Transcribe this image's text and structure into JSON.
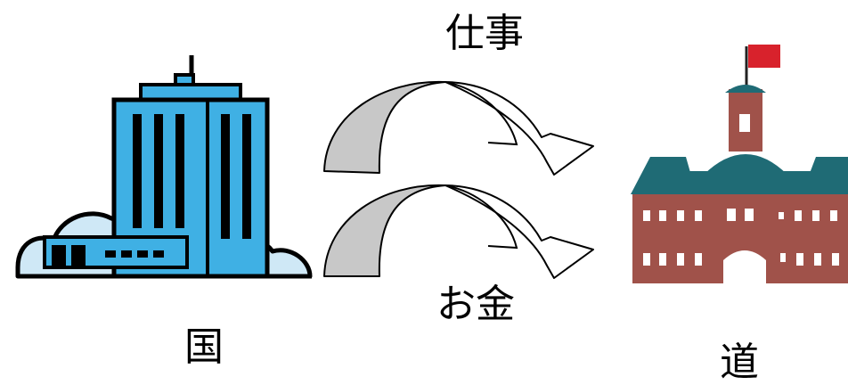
{
  "labels": {
    "top_arrow": "仕事",
    "bottom_arrow": "お金",
    "left_entity": "国",
    "right_entity": "道"
  },
  "icons": {
    "left": "government-building-icon",
    "right": "hokkaido-government-building-icon",
    "arrows": "curved-arrow-icon"
  },
  "colors": {
    "building_blue": "#3fb0e4",
    "cloud_blue": "#cfe8f6",
    "arrow_fill": "#c8c8c8",
    "roof_teal": "#1f6b75",
    "brick_red": "#a0524a",
    "flag_red": "#d8222c"
  }
}
